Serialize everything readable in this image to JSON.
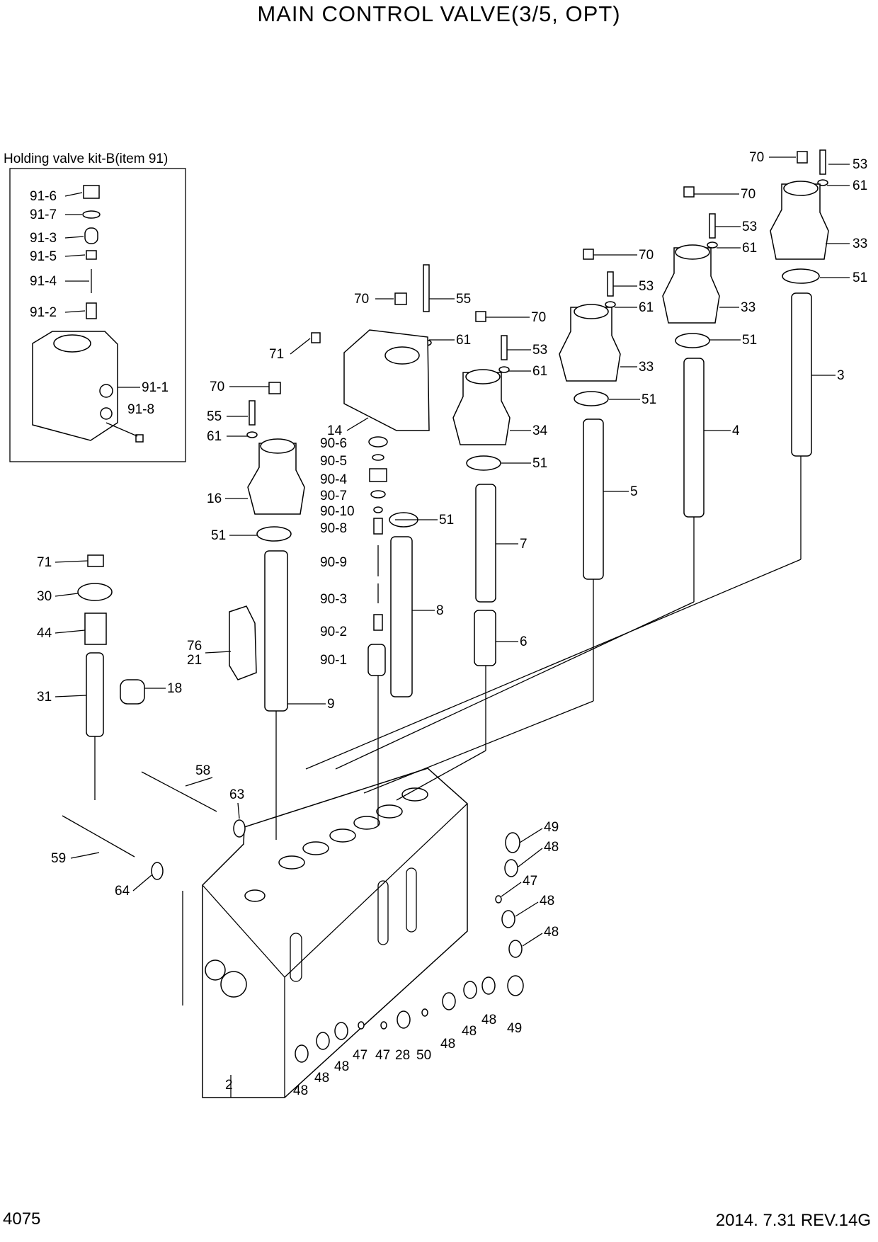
{
  "header": {
    "title": "MAIN CONTROL VALVE(3/5, OPT)"
  },
  "kit": {
    "caption": "Holding valve kit-B(item 91)",
    "labels": [
      "91-6",
      "91-7",
      "91-3",
      "91-5",
      "91-4",
      "91-2",
      "91-1",
      "91-8"
    ]
  },
  "callouts": {
    "c70a": "70",
    "c53a": "53",
    "c61a": "61",
    "c33a": "33",
    "c51a": "51",
    "c3": "3",
    "c70b": "70",
    "c53b": "53",
    "c61b": "61",
    "c33b": "33",
    "c51b": "51",
    "c4": "4",
    "c70c": "70",
    "c53c": "53",
    "c61c": "61",
    "c33c": "33",
    "c51c": "51",
    "c5": "5",
    "c70d": "70",
    "c53d": "53",
    "c61d": "61",
    "c34": "34",
    "c51d": "51",
    "c7": "7",
    "c6": "6",
    "c70e": "70",
    "c55a": "55",
    "c61e": "61",
    "c71a": "71",
    "c14": "14",
    "c906": "90-6",
    "c905": "90-5",
    "c904": "90-4",
    "c907": "90-7",
    "c9010": "90-10",
    "c908": "90-8",
    "c909": "90-9",
    "c903": "90-3",
    "c902": "90-2",
    "c901": "90-1",
    "c51e": "51",
    "c8": "8",
    "c70f": "70",
    "c55b": "55",
    "c61f": "61",
    "c16": "16",
    "c51f": "51",
    "c9": "9",
    "c71b": "71",
    "c30": "30",
    "c44": "44",
    "c76": "76",
    "c21": "21",
    "c31": "31",
    "c18": "18",
    "c58": "58",
    "c63": "63",
    "c59": "59",
    "c64": "64",
    "c2": "2",
    "c49a": "49",
    "c48a": "48",
    "c47a": "47",
    "c48b": "48",
    "c48c": "48",
    "c49b": "49",
    "c48d": "48",
    "c48e": "48",
    "c48f": "48",
    "c50": "50",
    "c28": "28",
    "c47b": "47",
    "c47c": "47",
    "c48g": "48",
    "c48h": "48",
    "c48i": "48"
  },
  "footer": {
    "page": "4075",
    "revision": "2014. 7.31  REV.14G"
  }
}
